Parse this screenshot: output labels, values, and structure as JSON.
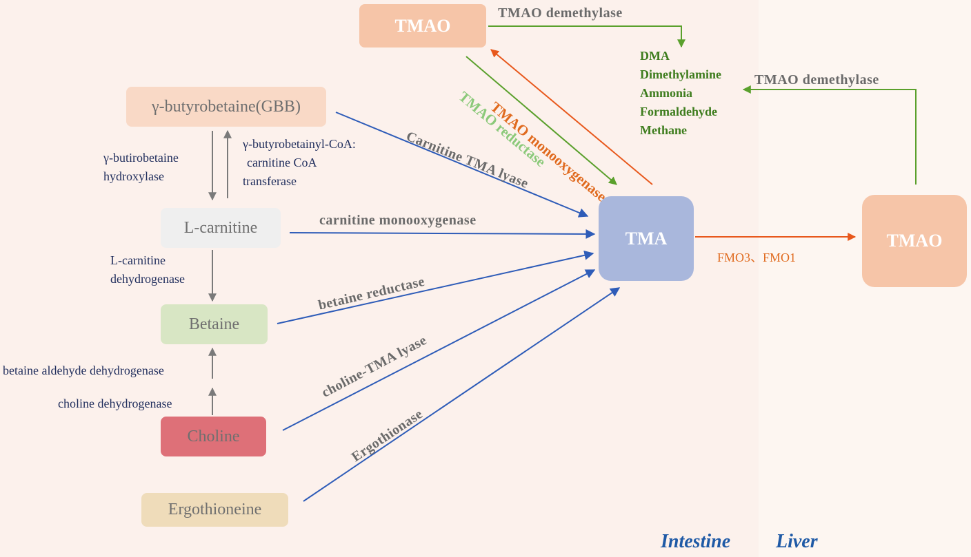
{
  "colors": {
    "blue_arrow": "#2e5cb8",
    "gray_arrow": "#7a7a7a",
    "green_arrow": "#5aa02c",
    "orange_arrow": "#e8581c",
    "tma_box": "#a9b7dc",
    "tmao_box": "#f6c5a8",
    "gbb_box": "#f9d9c6",
    "lcarnitine_box": "#efefef",
    "betaine_box": "#d8e6c4",
    "choline_box": "#de7078",
    "ergothioneine_box": "#efdcba"
  },
  "nodes": {
    "tmao_top": "TMAO",
    "gbb": "γ-butyrobetaine(GBB)",
    "lcarnitine": "L-carnitine",
    "betaine": "Betaine",
    "choline": "Choline",
    "ergothioneine": "Ergothioneine",
    "tma": "TMA",
    "tmao_liver": "TMAO"
  },
  "enzymes": {
    "tmao_demethylase_top": "TMAO  demethylase",
    "tmao_demethylase_right": "TMAO  demethylase",
    "tmao_monooxygenase": "TMAO  monooxygenase",
    "tmao_reductase": "TMAO  reductase",
    "carnitine_tma_lyase": "Carnitine  TMA  lyase",
    "carnitine_monooxygenase": "carnitine  monooxygenase",
    "betaine_reductase": "betaine  reductase",
    "choline_tma_lyase": "choline-TMA  lyase",
    "ergothionase": "Ergothionase",
    "fmo": "FMO3、FMO1",
    "gbb_hydroxylase_1": "γ-butirobetaine",
    "gbb_hydroxylase_2": "hydroxylase",
    "gbb_coa_1": "γ-butyrobetainyl-CoA:",
    "gbb_coa_2": "carnitine  CoA",
    "gbb_coa_3": "transferase",
    "lcarnitine_dh_1": "L-carnitine",
    "lcarnitine_dh_2": "dehydrogenase",
    "betaine_aldehyde_dh": "betaine  aldehyde  dehydrogenase",
    "choline_dh": "choline  dehydrogenase"
  },
  "products": [
    "DMA",
    "Dimethylamine",
    "Ammonia",
    "Formaldehyde",
    "Methane"
  ],
  "regions": {
    "intestine": "Intestine",
    "liver": "Liver"
  }
}
